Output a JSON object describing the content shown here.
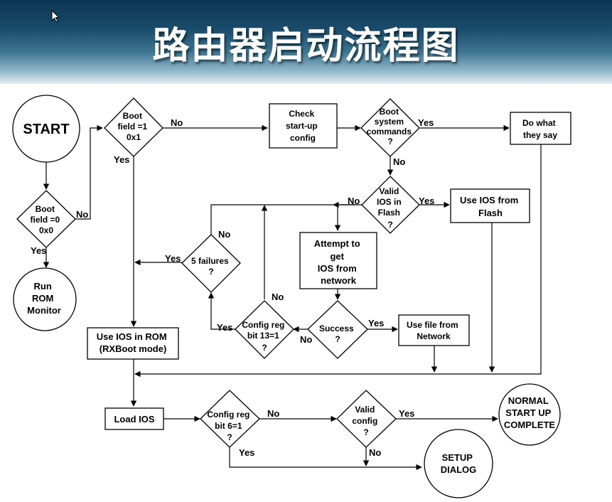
{
  "title": "路由器启动流程图",
  "nodes": {
    "start": "START",
    "boot_field_1": [
      "Boot",
      "field =1",
      "0x1"
    ],
    "check_startup": [
      "Check",
      "start-up",
      "config"
    ],
    "boot_system": [
      "Boot",
      "system",
      "commands",
      "?"
    ],
    "do_what": [
      "Do what",
      "they say"
    ],
    "boot_field_0": [
      "Boot",
      "field =0",
      "0x0"
    ],
    "valid_ios": [
      "Valid",
      "IOS in",
      "Flash",
      "?"
    ],
    "use_ios_flash": [
      "Use IOS from",
      "Flash"
    ],
    "five_failures": [
      "5 failures",
      "?"
    ],
    "attempt_network": [
      "Attempt to",
      "get",
      "IOS from",
      "network"
    ],
    "run_rom": [
      "Run",
      "ROM",
      "Monitor"
    ],
    "success": [
      "Success",
      "?"
    ],
    "use_file_network": [
      "Use file from",
      "Network"
    ],
    "config_reg_13": [
      "Config reg",
      "bit 13=1",
      "?"
    ],
    "use_ios_rom": [
      "Use IOS in ROM",
      "(RXBoot mode)"
    ],
    "load_ios": "Load IOS",
    "config_reg_6": [
      "Config reg",
      "bit 6=1",
      "?"
    ],
    "valid_config": [
      "Valid",
      "config",
      "?"
    ],
    "normal_startup": [
      "NORMAL",
      "START UP",
      "COMPLETE"
    ],
    "setup_dialog": [
      "SETUP",
      "DIALOG"
    ]
  },
  "edge_labels": {
    "yes": "Yes",
    "no": "No"
  }
}
